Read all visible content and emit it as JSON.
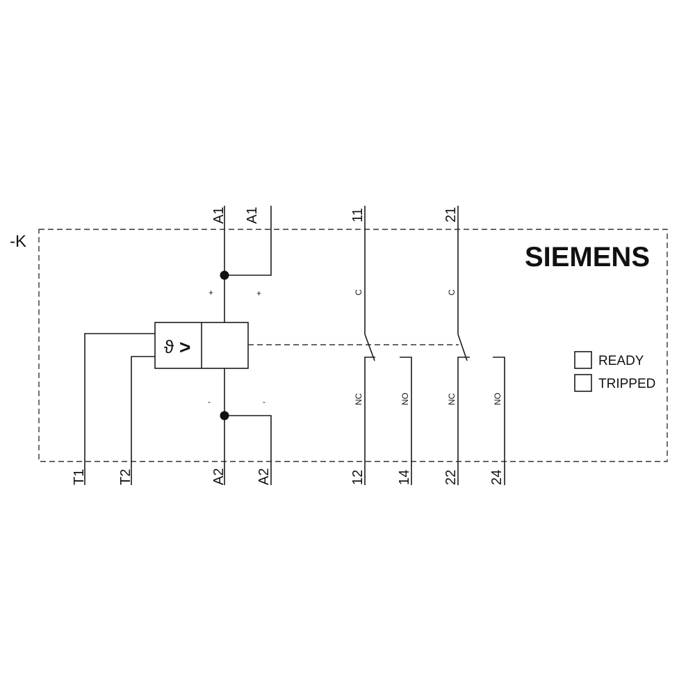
{
  "device": {
    "reference": "-K",
    "brand": "SIEMENS",
    "colors": {
      "line": "#1a1a1a",
      "background": "#ffffff"
    }
  },
  "coil": {
    "symbol_left": "ϑ",
    "symbol_right": ">",
    "top_terminals": [
      "A1",
      "A1"
    ],
    "bottom_terminals": [
      "A2",
      "A2"
    ],
    "top_polarity": [
      "+",
      "+"
    ],
    "bottom_polarity": [
      "-",
      "-"
    ]
  },
  "sensor": {
    "terminals": [
      "T1",
      "T2"
    ]
  },
  "contacts": [
    {
      "common_terminal": "11",
      "common_label": "C",
      "nc_terminal": "12",
      "nc_label": "NC",
      "no_terminal": "14",
      "no_label": "NO"
    },
    {
      "common_terminal": "21",
      "common_label": "C",
      "nc_terminal": "22",
      "nc_label": "NC",
      "no_terminal": "24",
      "no_label": "NO"
    }
  ],
  "indicators": [
    {
      "label": "READY"
    },
    {
      "label": "TRIPPED"
    }
  ]
}
